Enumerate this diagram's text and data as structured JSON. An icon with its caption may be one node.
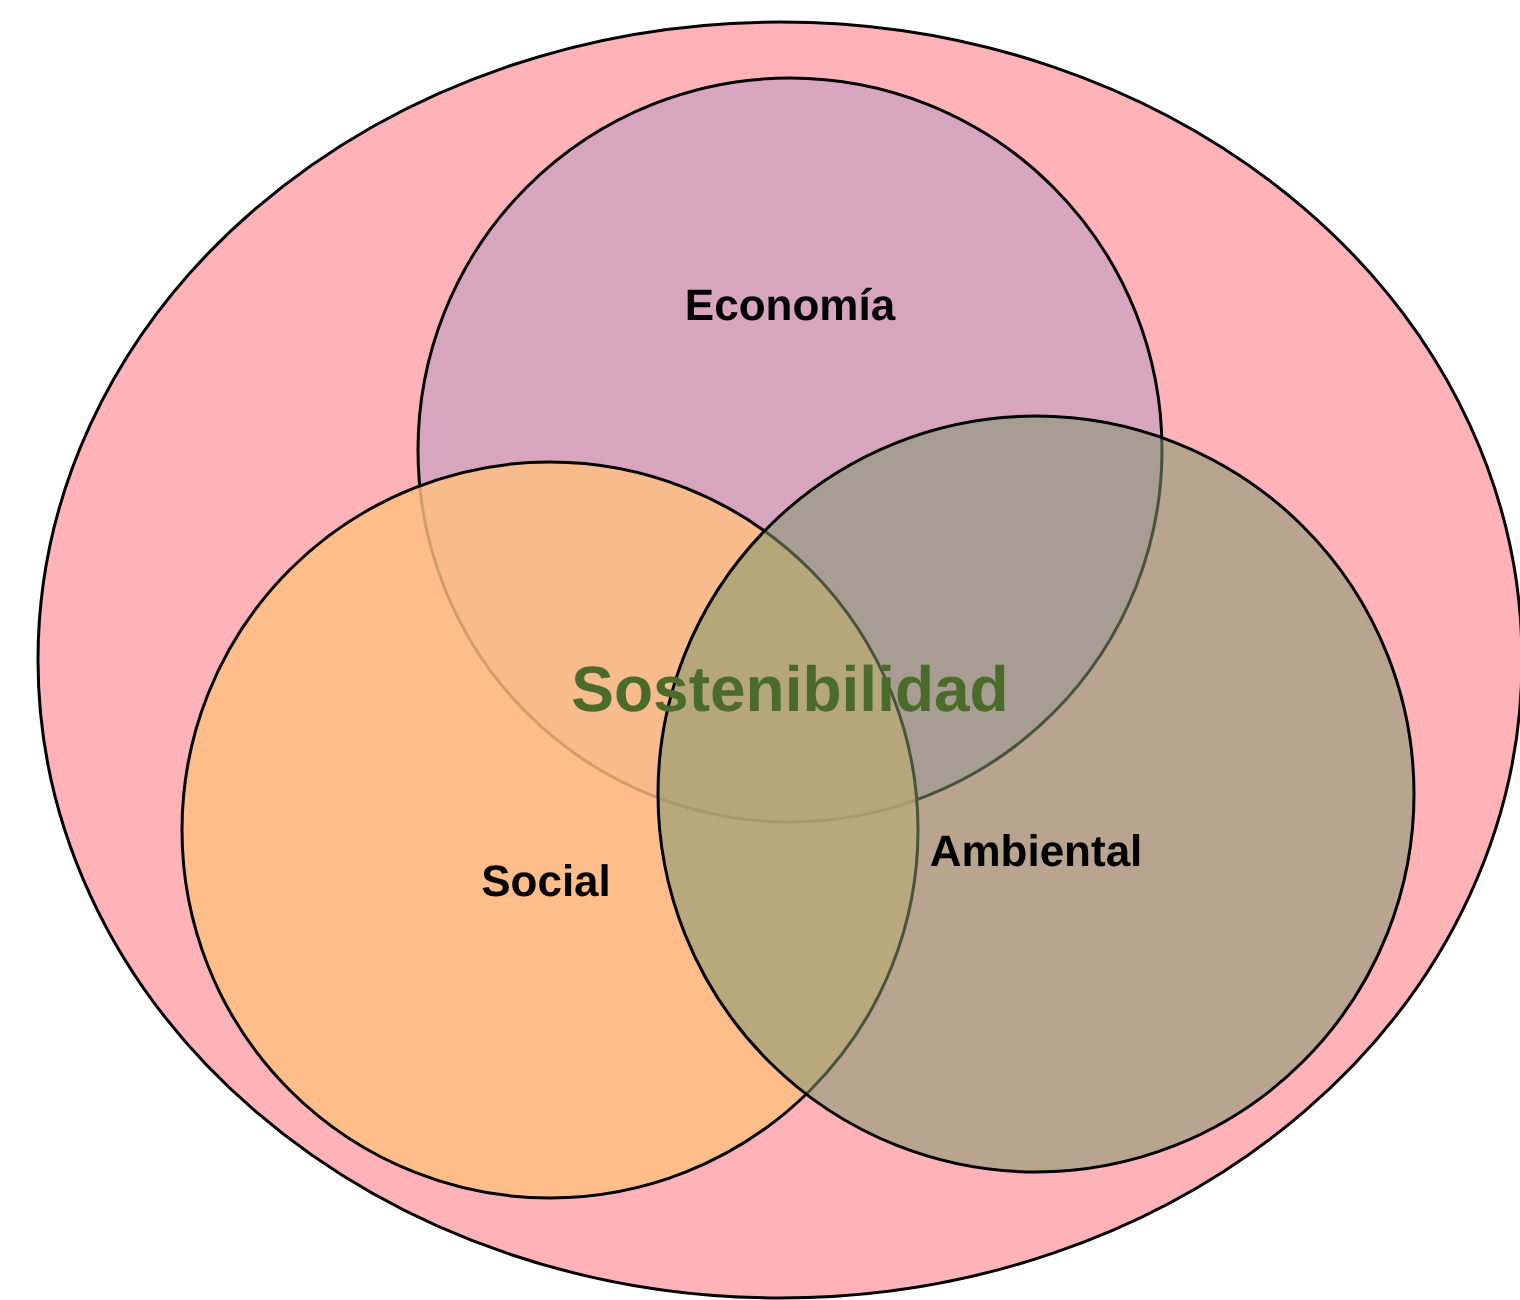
{
  "diagram": {
    "nodes": [
      {
        "text": [],
        "shape": "ellipse"
      },
      {
        "text": [
          "Economía"
        ],
        "in": 0
      },
      {
        "text": [
          "Social"
        ],
        "in": 0
      },
      {
        "text": [
          "Ambiental"
        ],
        "in": 0
      }
    ],
    "labels": [
      "Sostenibilidad"
    ]
  }
}
